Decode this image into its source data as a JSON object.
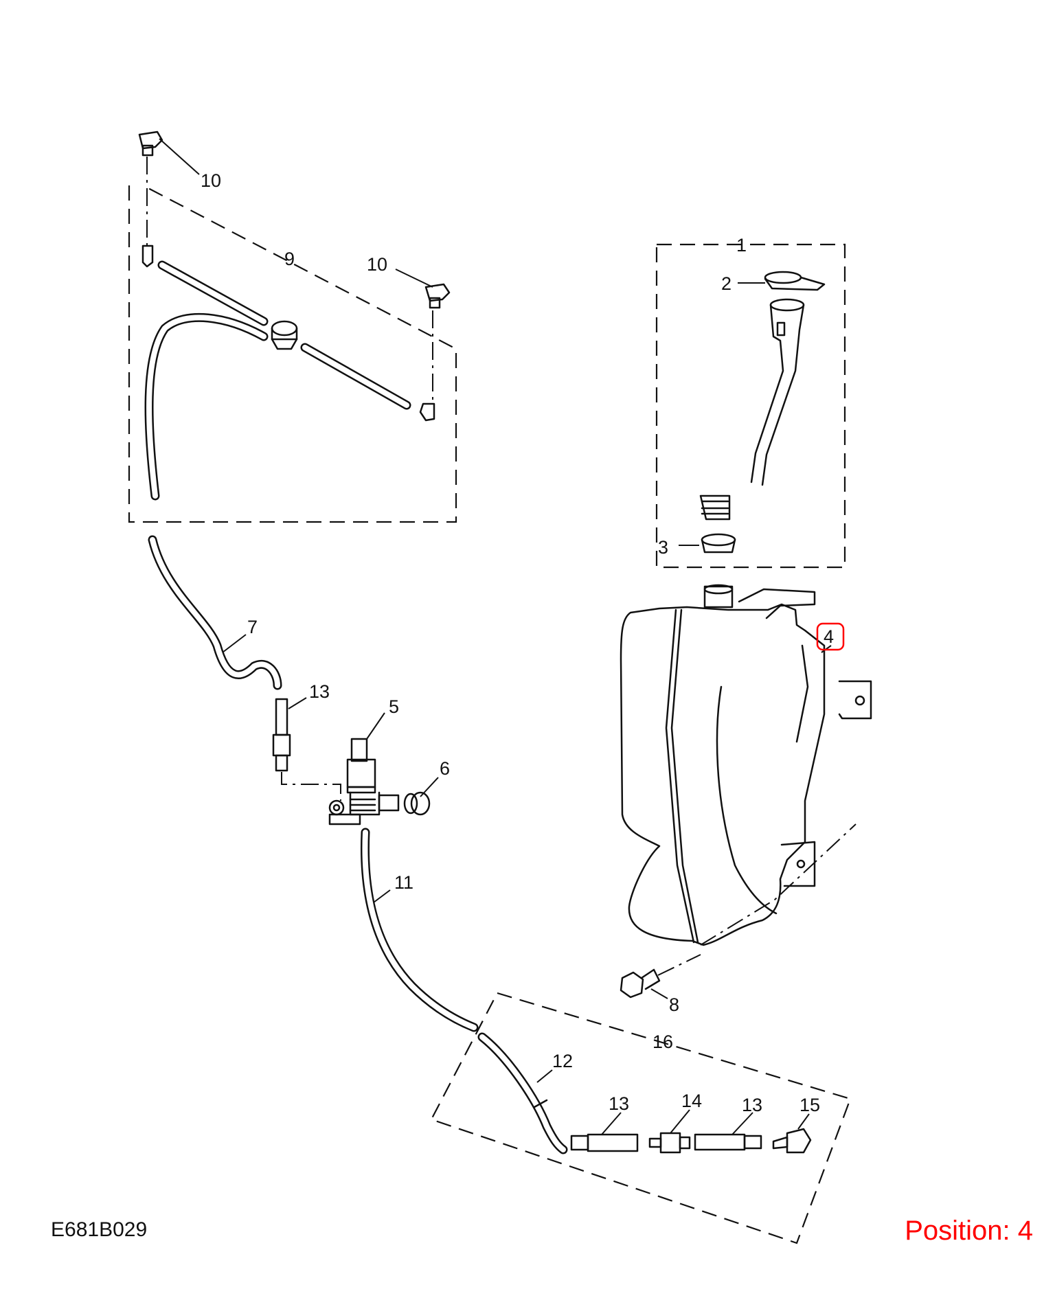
{
  "drawing_code": "E681B029",
  "position_label": "Position: 4",
  "highlight_color": "#ff0000",
  "callouts": [
    {
      "id": "c1",
      "label": "1"
    },
    {
      "id": "c2",
      "label": "2"
    },
    {
      "id": "c3",
      "label": "3"
    },
    {
      "id": "c4",
      "label": "4",
      "highlighted": true
    },
    {
      "id": "c5",
      "label": "5"
    },
    {
      "id": "c6",
      "label": "6"
    },
    {
      "id": "c7",
      "label": "7"
    },
    {
      "id": "c8",
      "label": "8"
    },
    {
      "id": "c9",
      "label": "9"
    },
    {
      "id": "c10a",
      "label": "10"
    },
    {
      "id": "c10b",
      "label": "10"
    },
    {
      "id": "c11",
      "label": "11"
    },
    {
      "id": "c12",
      "label": "12"
    },
    {
      "id": "c13a",
      "label": "13"
    },
    {
      "id": "c13b",
      "label": "13"
    },
    {
      "id": "c13c",
      "label": "13"
    },
    {
      "id": "c14",
      "label": "14"
    },
    {
      "id": "c15",
      "label": "15"
    },
    {
      "id": "c16",
      "label": "16"
    }
  ]
}
